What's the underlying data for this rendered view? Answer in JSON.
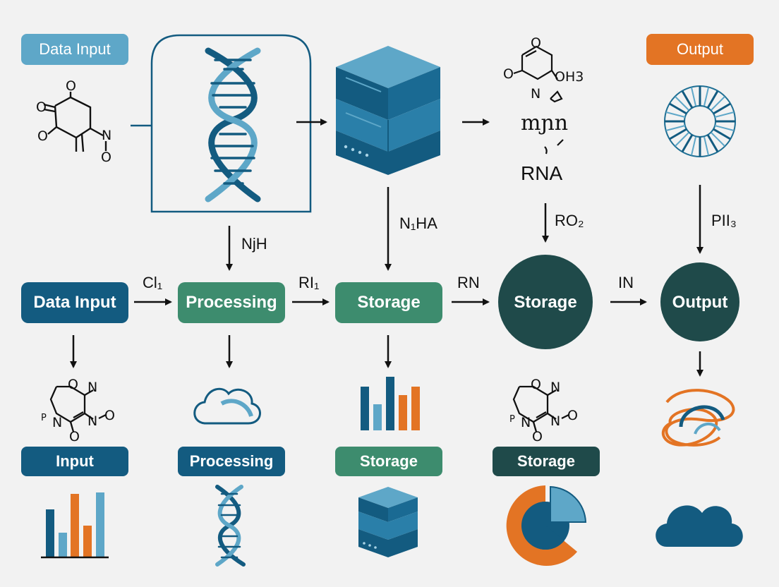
{
  "colors": {
    "blue_dark": "#135b80",
    "blue_light": "#5ea7c8",
    "green": "#3d8c6e",
    "teal_dark": "#1f4a4a",
    "orange": "#e37424",
    "background": "#f2f2f2"
  },
  "top_row": {
    "data_input_label": "Data Input",
    "output_label": "Output",
    "rna_text": "RNA",
    "rna_squiggle": "mɲn",
    "chem_oh3": "OH3",
    "chem_n": "N"
  },
  "edge_labels": {
    "dna_to_processing": "NjH",
    "server_to_storage": "N₁HA",
    "rna_to_storage": "RO₂",
    "ring_to_output": "PII₃",
    "input_to_processing": "Cl₁",
    "processing_to_storage": "RI₁",
    "storage_to_storage": "RN",
    "storage_to_output": "IN"
  },
  "main_row": {
    "node1": "Data Input",
    "node2": "Processing",
    "node3": "Storage",
    "node4": "Storage",
    "node5": "Output"
  },
  "bottom_row": {
    "label1": "Input",
    "label2": "Processing",
    "label3": "Storage",
    "label4": "Storage"
  },
  "chem_labels": {
    "o": "O",
    "n": "N",
    "no": "N",
    "p": "P"
  },
  "icons": [
    "molecule-icon",
    "dna-helix-icon",
    "server-stack-icon",
    "rna-molecule-icon",
    "ring-structure-icon",
    "cloud-icon",
    "bar-chart-icon",
    "pie-chart-icon",
    "tangle-icon"
  ]
}
